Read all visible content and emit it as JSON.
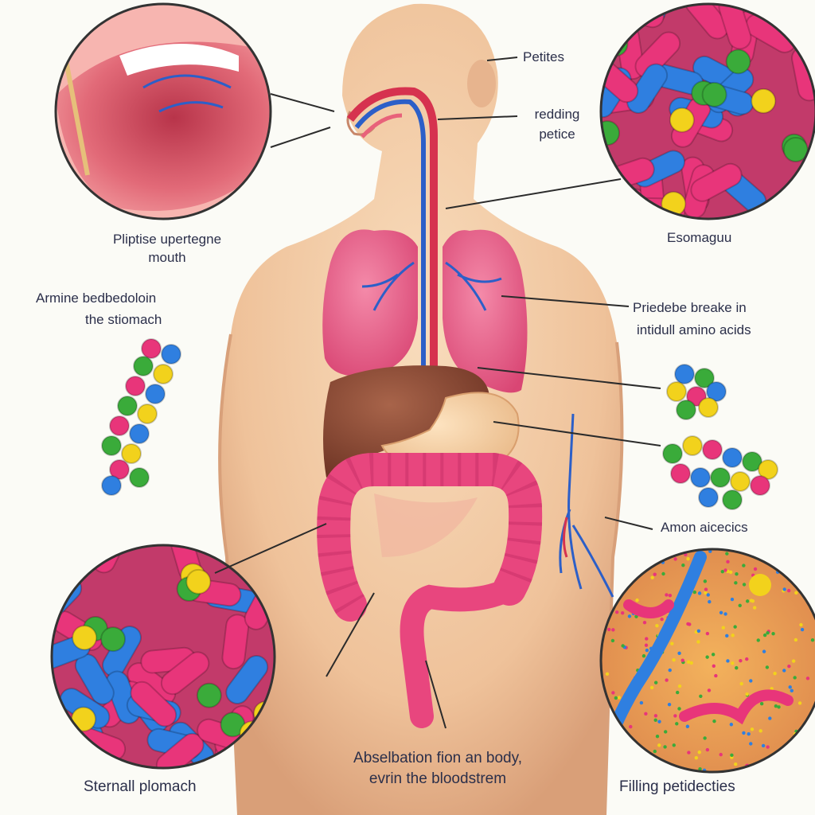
{
  "labels": {
    "petites": "Petites",
    "redding_line1": "redding",
    "redding_line2": "petice",
    "mouth_line1": "Pliptise upertegne",
    "mouth_line2": "mouth",
    "esomaguu": "Esomaguu",
    "stomach_line1": "Armine  bedbedoloin",
    "stomach_line2": "the stiomach",
    "breake_line1": "Priedebe breake in",
    "breake_line2": "intidull amino acids",
    "amon": "Amon aicecics",
    "absorb_line1": "Abselbation fion an body,",
    "absorb_line2": "evrin the bloodstrem",
    "small_plomach": "Sternall plomach",
    "filling": "Filling petidecties"
  },
  "colors": {
    "skin": "#f1c9a2",
    "skin_shadow": "#dca27c",
    "lung": "#e8628c",
    "liver": "#8a4a34",
    "intestine": "#e8467e",
    "bead_pink": "#e8357a",
    "bead_blue": "#2f7fe0",
    "bead_green": "#3aab3a",
    "bead_yellow": "#f2d21c",
    "text": "#2b2f4a",
    "leader": "#2b2b2b"
  }
}
